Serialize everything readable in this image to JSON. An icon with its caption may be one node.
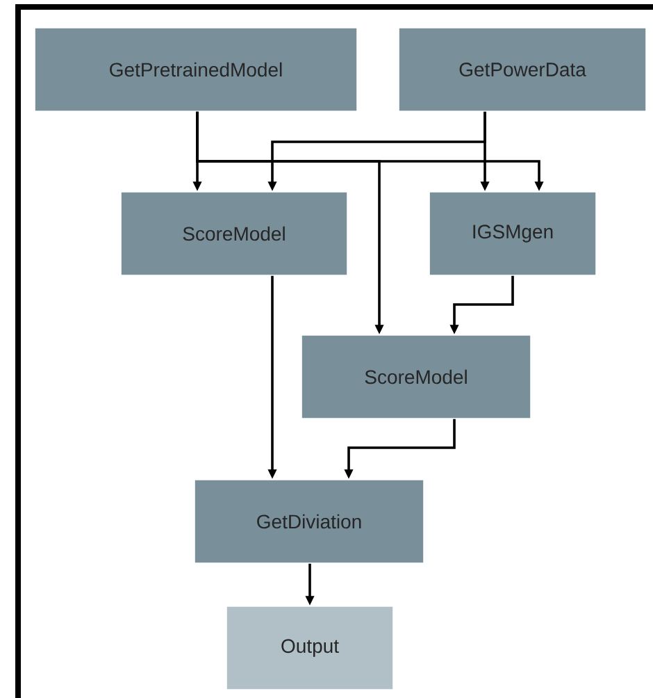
{
  "diagram": {
    "nodes": [
      {
        "text": [
          "GetPretrainedModel"
        ]
      },
      {
        "text": [
          "GetPowerData"
        ]
      },
      {
        "text": [
          "ScoreModel"
        ]
      },
      {
        "text": [
          "IGSMgen"
        ]
      },
      {
        "text": [
          "ScoreModel"
        ]
      },
      {
        "text": [
          "GetDiviation"
        ]
      },
      {
        "text": [
          "Output"
        ]
      }
    ],
    "edges": [
      {
        "from": 0,
        "to": 2,
        "arrow": "to"
      },
      {
        "from": 0,
        "to": 4,
        "arrow": "to"
      },
      {
        "from": 0,
        "to": 3,
        "arrow": "to"
      },
      {
        "from": 1,
        "to": 2,
        "arrow": "to"
      },
      {
        "from": 1,
        "to": 3,
        "arrow": "to"
      },
      {
        "from": 3,
        "to": 4,
        "arrow": "to"
      },
      {
        "from": 2,
        "to": 5,
        "arrow": "to"
      },
      {
        "from": 4,
        "to": 5,
        "arrow": "to"
      },
      {
        "from": 5,
        "to": 6,
        "arrow": "to"
      }
    ]
  }
}
